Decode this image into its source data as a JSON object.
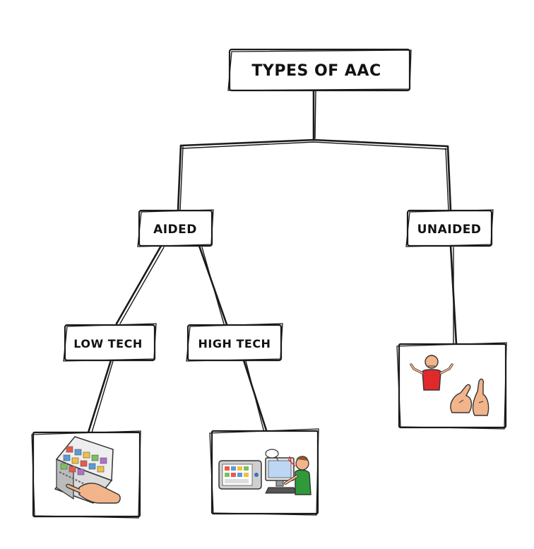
{
  "diagram": {
    "root": {
      "label": "TYPES OF AAC"
    },
    "nodes": {
      "aided": {
        "label": "AIDED"
      },
      "unaided": {
        "label": "UNAIDED"
      },
      "low_tech": {
        "label": "LOW TECH"
      },
      "high_tech": {
        "label": "HIGH TECH"
      }
    },
    "images": {
      "low_tech": "communication-book-icon",
      "high_tech": "computer-device-icon",
      "unaided": "sign-language-gesture-icon"
    },
    "colors": {
      "ink": "#1a1a1a",
      "shirt_red": "#e02a2a",
      "skin": "#f2b48a",
      "shirt_green": "#2f9a3a",
      "device_blue": "#3a6fc4"
    }
  }
}
